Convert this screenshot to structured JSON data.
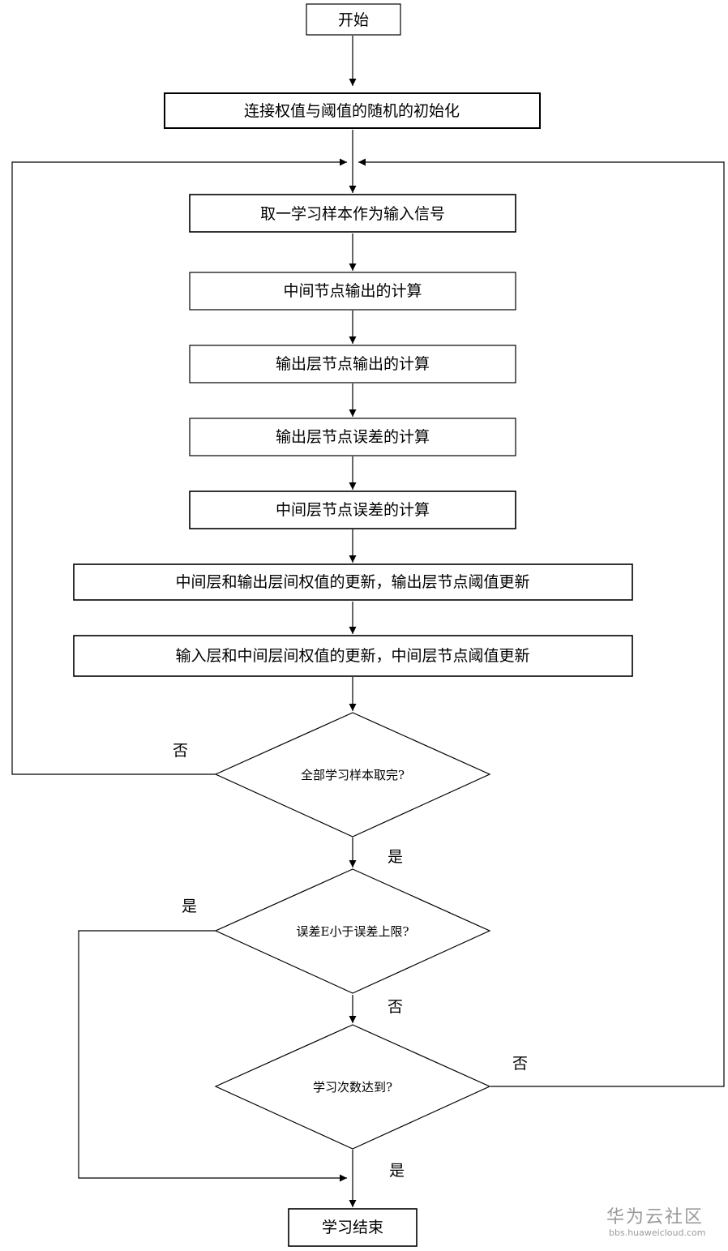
{
  "flowchart": {
    "nodes": {
      "start": "开始",
      "init": "连接权值与阈值的随机的初始化",
      "take_sample": "取一学习样本作为输入信号",
      "hidden_output": "中间节点输出的计算",
      "output_layer_output": "输出层节点输出的计算",
      "output_error": "输出层节点误差的计算",
      "hidden_error": "中间层节点误差的计算",
      "update_output_weights": "中间层和输出层间权值的更新，输出层节点阈值更新",
      "update_hidden_weights": "输入层和中间层间权值的更新，中间层节点阈值更新",
      "decision_all_samples": "全部学习样本取完?",
      "decision_error": "误差E小于误差上限?",
      "decision_iterations": "学习次数达到?",
      "end": "学习结束"
    },
    "edge_labels": {
      "all_samples_no": "否",
      "all_samples_yes": "是",
      "error_yes": "是",
      "error_no": "否",
      "iterations_no": "否",
      "iterations_yes": "是"
    }
  },
  "watermark": {
    "title": "华为云社区",
    "url": "bbs.huaweicloud.com"
  }
}
